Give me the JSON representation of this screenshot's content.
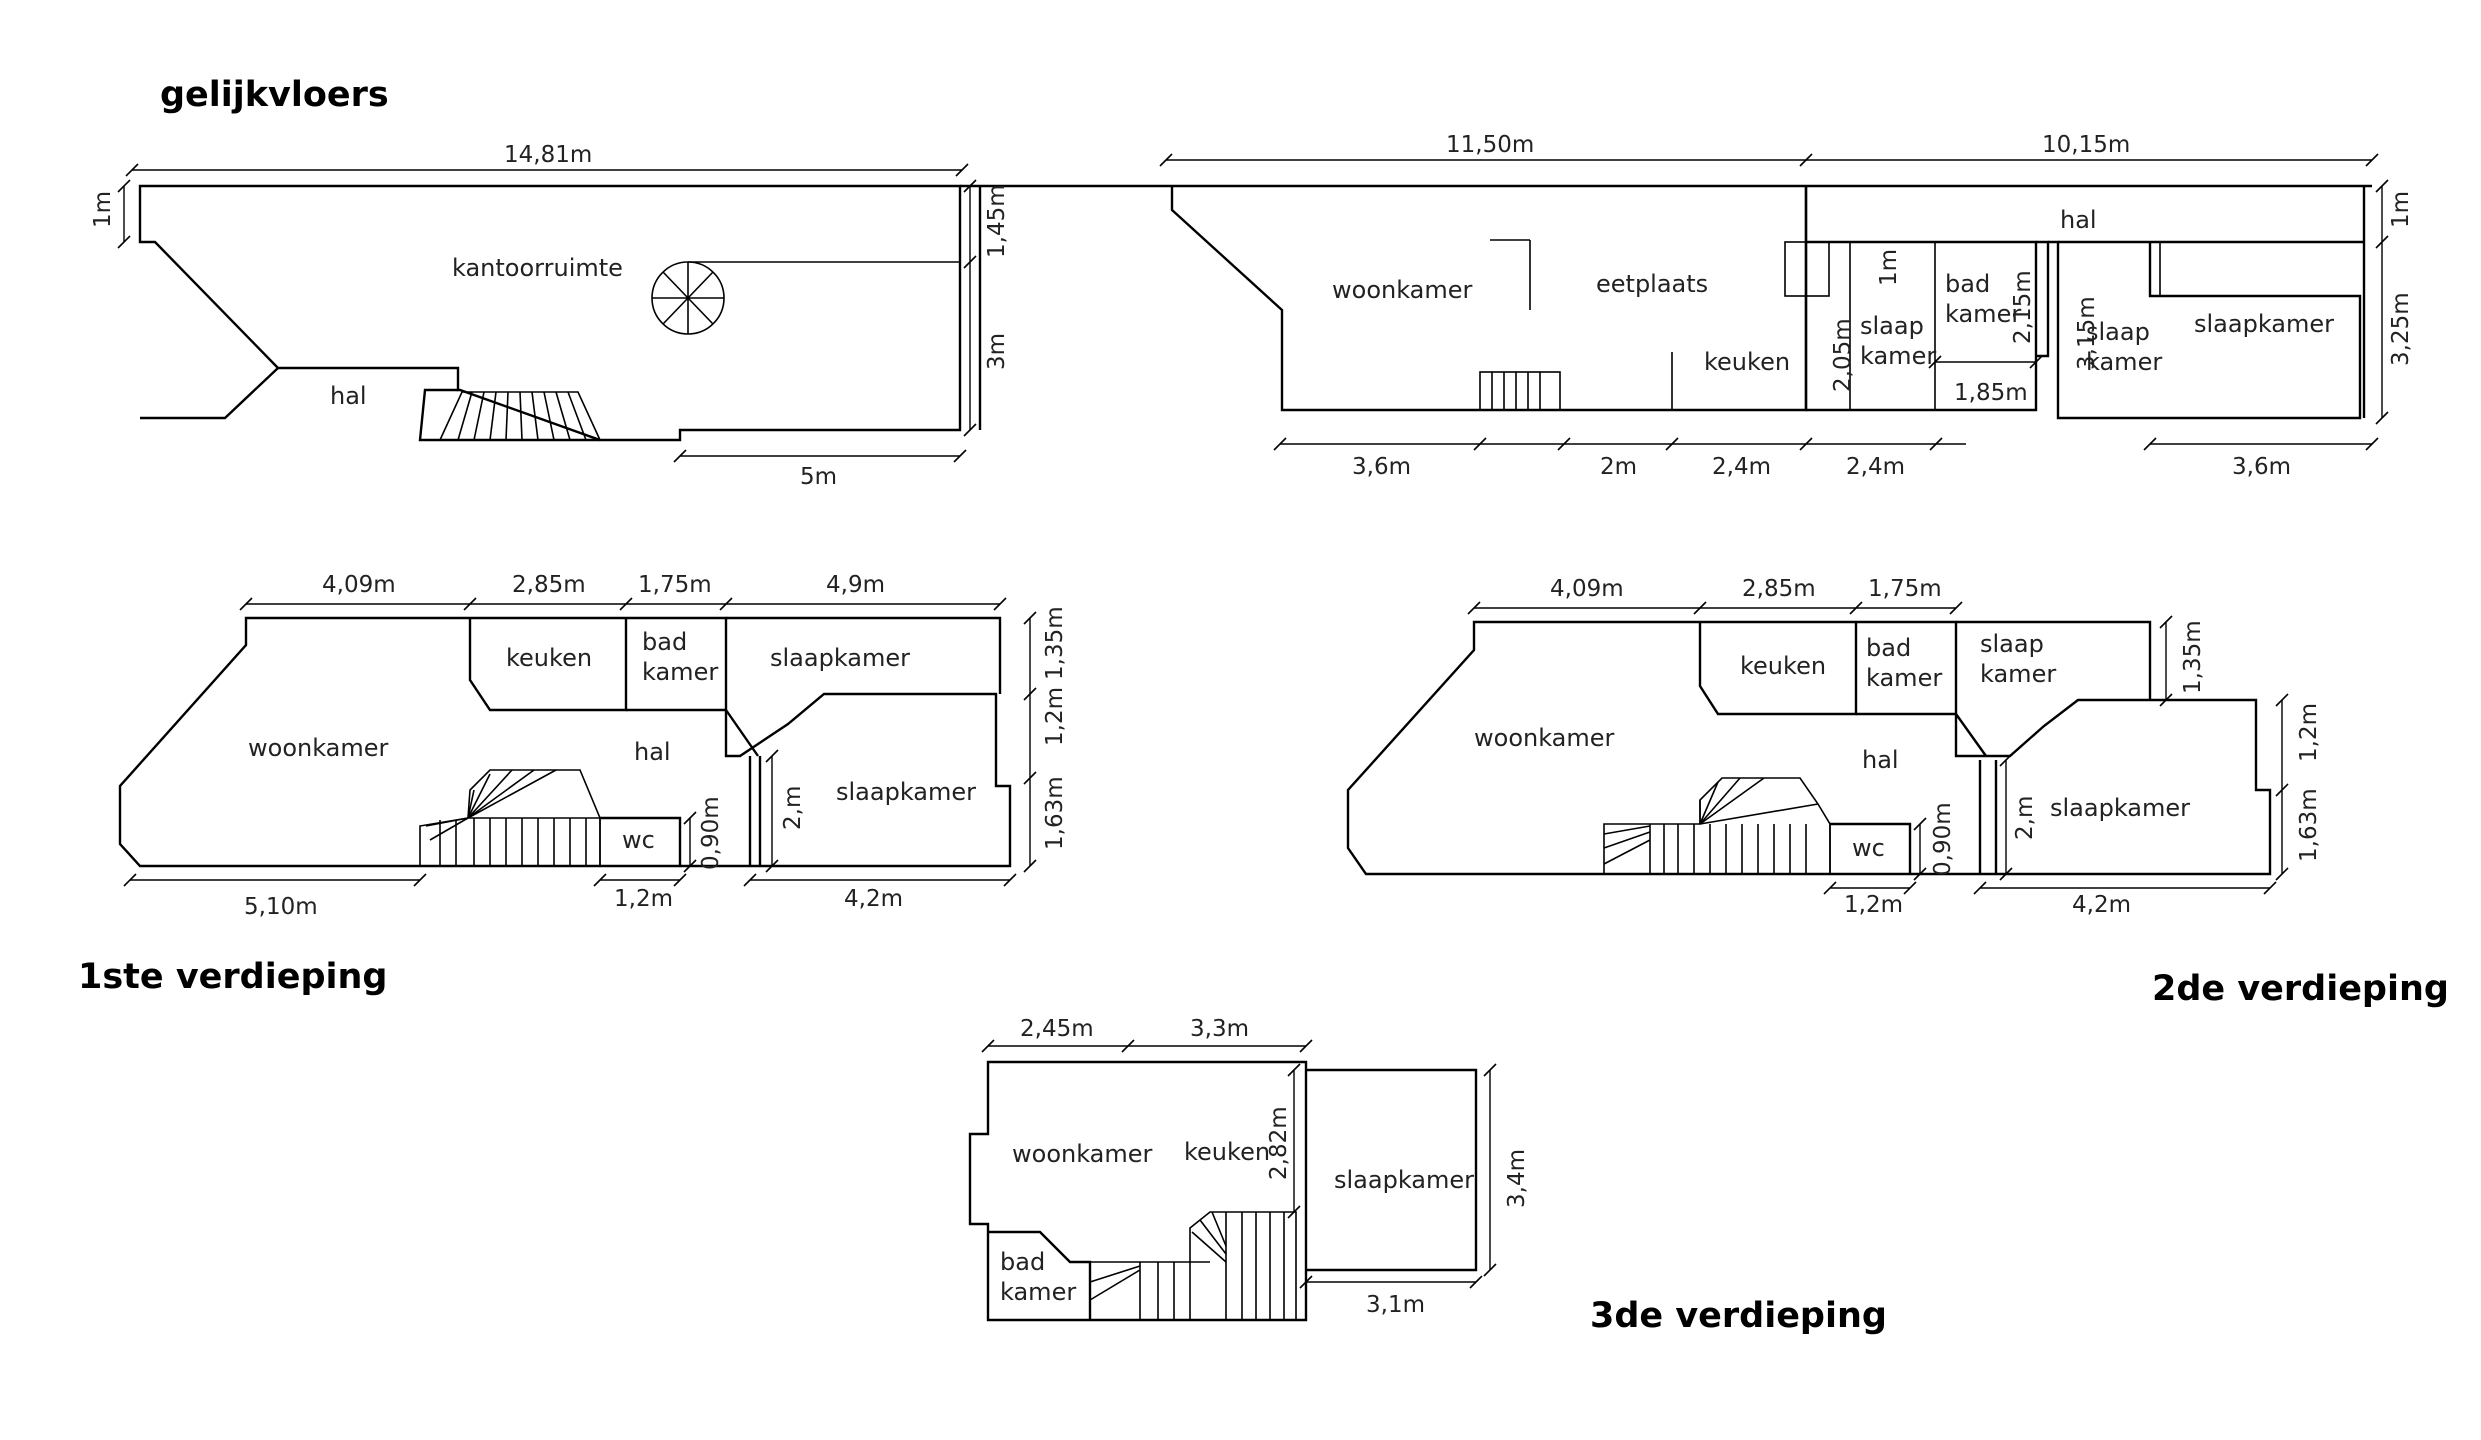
{
  "floors": {
    "ground": {
      "title": "gelijkvloers",
      "rooms": {
        "kantoorruimte": "kantoorruimte",
        "hal": "hal",
        "woonkamer": "woonkamer",
        "eetplaats": "eetplaats",
        "keuken": "keuken",
        "slaap": "slaap",
        "kamer": "kamer",
        "bad": "bad",
        "kamer2": "kamer",
        "hal2": "hal",
        "slaap2": "slaap",
        "kamer3": "kamer",
        "slaapkamer": "slaapkamer"
      },
      "dims": {
        "d1": "14,81m",
        "d2": "1m",
        "d3": "1,45m",
        "d4": "3m",
        "d5": "5m",
        "d6": "11,50m",
        "d7": "10,15m",
        "d8": "1m",
        "d9": "3,25m",
        "d10": "3,6m",
        "d11": "2m",
        "d12": "2,4m",
        "d13": "2,4m",
        "d14": "1m",
        "d15": "2,05m",
        "d16": "2,15m",
        "d17": "1,85m",
        "d18": "3,15m",
        "d19": "3,6m"
      }
    },
    "first": {
      "title": "1ste verdieping",
      "rooms": {
        "keuken": "keuken",
        "bad": "bad",
        "kamer": "kamer",
        "slaapkamer1": "slaapkamer",
        "woonkamer": "woonkamer",
        "hal": "hal",
        "slaapkamer2": "slaapkamer",
        "wc": "wc"
      },
      "dims": {
        "d1": "4,09m",
        "d2": "2,85m",
        "d3": "1,75m",
        "d4": "4,9m",
        "d5": "1,35m",
        "d6": "1,2m",
        "d7": "1,63m",
        "d8": "2,m",
        "d9": "0,90m",
        "d10": "5,10m",
        "d11": "1,2m",
        "d12": "4,2m"
      }
    },
    "second": {
      "title": "2de verdieping",
      "rooms": {
        "keuken": "keuken",
        "bad": "bad",
        "kamer": "kamer",
        "slaap": "slaap",
        "kamer2": "kamer",
        "woonkamer": "woonkamer",
        "hal": "hal",
        "slaapkamer": "slaapkamer",
        "wc": "wc"
      },
      "dims": {
        "d1": "4,09m",
        "d2": "2,85m",
        "d3": "1,75m",
        "d4": "1,35m",
        "d5": "1,2m",
        "d6": "1,63m",
        "d7": "2,m",
        "d8": "0,90m",
        "d9": "1,2m",
        "d10": "4,2m"
      }
    },
    "third": {
      "title": "3de verdieping",
      "rooms": {
        "woonkamer": "woonkamer",
        "keuken": "keuken",
        "slaapkamer": "slaapkamer",
        "bad": "bad",
        "kamer": "kamer"
      },
      "dims": {
        "d1": "2,45m",
        "d2": "3,3m",
        "d3": "2,82m",
        "d4": "3,4m",
        "d5": "3,1m"
      }
    }
  }
}
